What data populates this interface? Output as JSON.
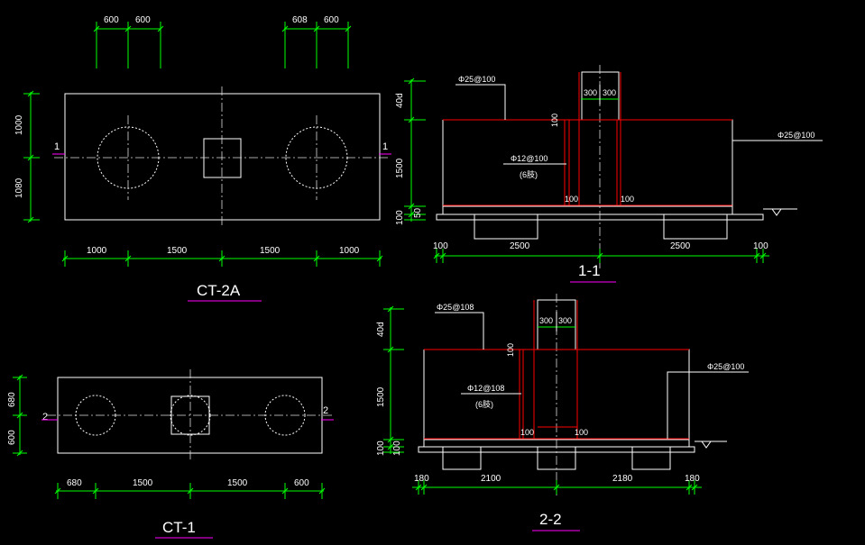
{
  "colors": {
    "background": "#000000",
    "outline": "#ffffff",
    "dimension": "#00ff00",
    "rebar": "#ff0000",
    "title_underline": "#ff00ff",
    "center_line": "#ffffff"
  },
  "ct2a": {
    "title": "CT-2A",
    "dims_top_left": [
      "600",
      "600"
    ],
    "dims_top_right": [
      "608",
      "600"
    ],
    "dims_left": [
      "1000",
      "1080"
    ],
    "dims_bottom": [
      "1000",
      "1500",
      "1500",
      "1000"
    ],
    "section_mark": "1"
  },
  "ct1": {
    "title": "CT-1",
    "dims_left": [
      "680",
      "600"
    ],
    "dims_bottom": [
      "680",
      "1500",
      "1500",
      "600"
    ],
    "section_mark": "2"
  },
  "sec11": {
    "title": "1-1",
    "top_rebar": "Φ25@100",
    "side_rebar": "Φ25@100",
    "stirrup": "Φ12@100",
    "stirrup_note": "(6肢)",
    "col_dims": [
      "300",
      "300"
    ],
    "left_dims": [
      "40d",
      "1500",
      "100",
      "50"
    ],
    "inner_labels": [
      "100",
      "100",
      "100"
    ],
    "bottom_dims": [
      "100",
      "2500",
      "2500",
      "100"
    ]
  },
  "sec22": {
    "title": "2-2",
    "top_rebar": "Φ25@108",
    "side_rebar": "Φ25@100",
    "stirrup": "Φ12@108",
    "stirrup_note": "(6肢)",
    "col_dims": [
      "300",
      "300"
    ],
    "left_dims": [
      "40d",
      "1500",
      "100",
      "100"
    ],
    "inner_labels": [
      "100",
      "100",
      "100"
    ],
    "bottom_dims": [
      "180",
      "2100",
      "2180",
      "180"
    ]
  }
}
